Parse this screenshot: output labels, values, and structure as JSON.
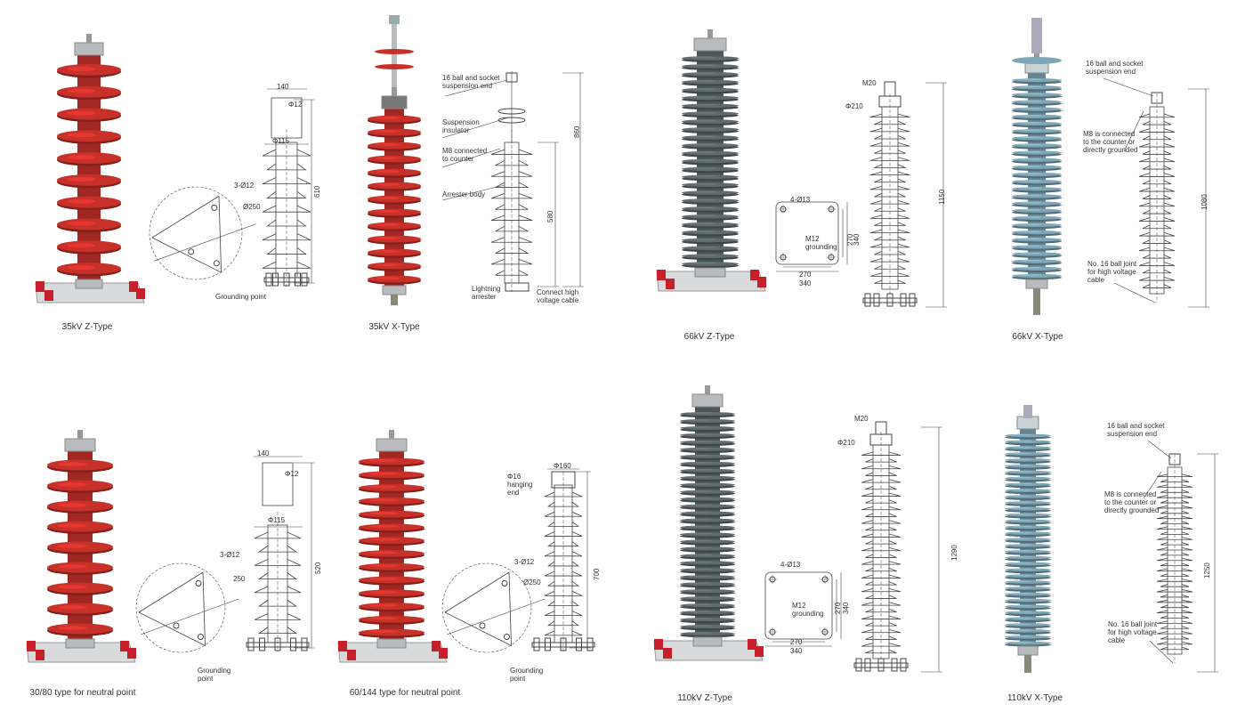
{
  "colors": {
    "red": "#c8312a",
    "gray": "#5f6b6e",
    "blue": "#7fa6b6",
    "line": "#444444",
    "metal": "#b9bcbf"
  },
  "panels": [
    {
      "caption": "35kV  Z-Type",
      "dims": {
        "width": "140",
        "hole": "Φ12",
        "dia": "Φ115",
        "height": "610",
        "holes": "3-Ø12",
        "circle": "Ø250",
        "ground": "Grounding point"
      }
    },
    {
      "caption": "35kV  X-Type",
      "labels": {
        "suspension_end": "16 ball and socket suspension end",
        "insulator": "Suspension insulator",
        "m8": "M8 connected to counter",
        "body": "Arrester body",
        "arrester": "Lightning arrester",
        "cable": "Connect high voltage cable",
        "total": "860",
        "body_h": "580"
      }
    },
    {
      "caption": "66kV  Z-Type",
      "dims": {
        "m20": "M20",
        "phi": "Φ210",
        "height": "1150",
        "holes": "4-Ø13",
        "m12": "M12 grounding",
        "in": "270",
        "out": "340",
        "in_v": "270",
        "out_v": "340"
      }
    },
    {
      "caption": "66kV  X-Type",
      "labels": {
        "suspension_end": "16 ball and socket suspension end",
        "m8": "M8 is connected to the counter or directly grounded",
        "height": "1080",
        "cable": "No. 16 ball joint for high voltage cable"
      }
    },
    {
      "caption": "30/80 type for neutral point",
      "dims": {
        "width": "140",
        "hole": "Φ12",
        "dia": "Φ115",
        "height": "520",
        "holes": "3-Ø12",
        "circle": "250",
        "ground": "Grounding point"
      }
    },
    {
      "caption": "60/144 type for neutral point",
      "dims": {
        "top": "Φ160",
        "hang": "Φ16 hanging end",
        "height": "700",
        "holes": "3-Ø12",
        "circle": "Ø250",
        "ground": "Grounding point"
      }
    },
    {
      "caption": "110kV  Z-Type",
      "dims": {
        "m20": "M20",
        "phi": "Φ210",
        "height": "1290",
        "holes": "4-Ø13",
        "m12": "M12 grounding",
        "in": "270",
        "out": "340",
        "in_v": "270",
        "out_v": "340"
      }
    },
    {
      "caption": "110kV  X-Type",
      "labels": {
        "suspension_end": "16 ball and socket suspension end",
        "m8": "M8 is connected to the counter or directly grounded",
        "height": "1250",
        "cable": "No. 16 ball joint for high voltage cable"
      }
    }
  ]
}
